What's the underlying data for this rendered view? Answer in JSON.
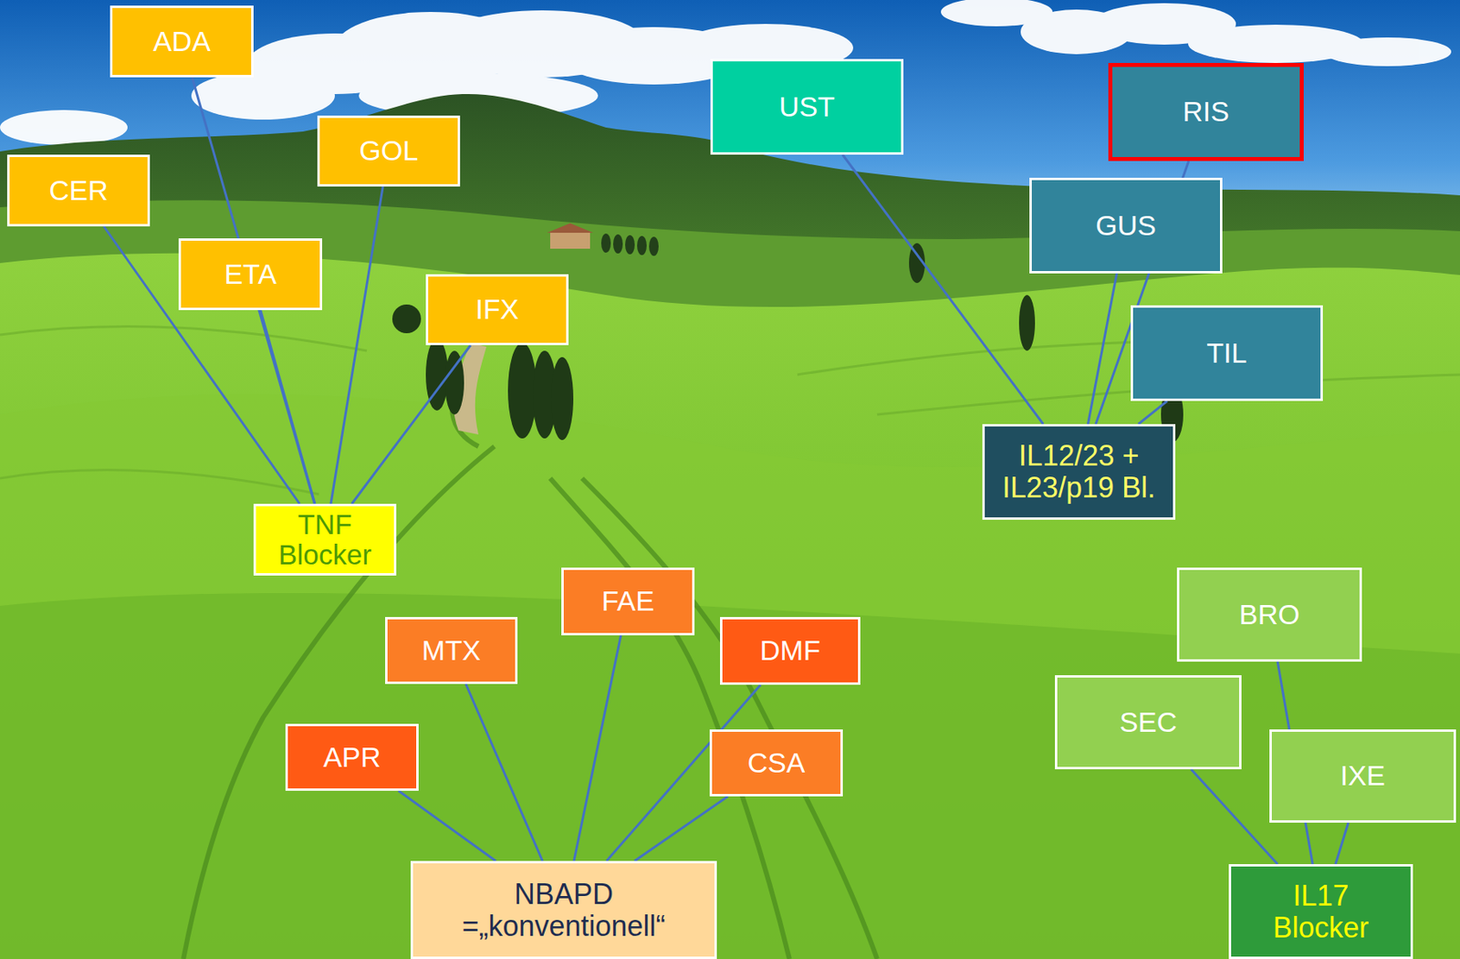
{
  "diagram": {
    "nodes": [
      {
        "text": [
          "ADA"
        ]
      },
      {
        "text": [
          "UST"
        ]
      },
      {
        "text": [
          "RIS"
        ]
      },
      {
        "text": [
          "GOL"
        ]
      },
      {
        "text": [
          "CER"
        ]
      },
      {
        "text": [
          "GUS"
        ]
      },
      {
        "text": [
          "ETA"
        ]
      },
      {
        "text": [
          "IFX"
        ]
      },
      {
        "text": [
          "TIL"
        ]
      },
      {
        "text": [
          "IL12/23 + IL23/p19 Bl."
        ]
      },
      {
        "text": [
          "TNF Blocker"
        ]
      },
      {
        "text": [
          "FAE"
        ]
      },
      {
        "text": [
          "BRO"
        ]
      },
      {
        "text": [
          "MTX"
        ]
      },
      {
        "text": [
          "DMF"
        ]
      },
      {
        "text": [
          "SEC"
        ]
      },
      {
        "text": [
          "APR"
        ]
      },
      {
        "text": [
          "CSA"
        ]
      },
      {
        "text": [
          "IXE"
        ]
      },
      {
        "text": [
          "NBAPD =„konventionell“"
        ]
      },
      {
        "text": [
          "IL17 Blocker"
        ]
      }
    ],
    "edges": [
      {
        "from": 0,
        "to": 10,
        "arrow": "none"
      },
      {
        "from": 3,
        "to": 10,
        "arrow": "none"
      },
      {
        "from": 4,
        "to": 10,
        "arrow": "none"
      },
      {
        "from": 6,
        "to": 10,
        "arrow": "none"
      },
      {
        "from": 7,
        "to": 10,
        "arrow": "none"
      },
      {
        "from": 1,
        "to": 9,
        "arrow": "none"
      },
      {
        "from": 2,
        "to": 9,
        "arrow": "none"
      },
      {
        "from": 5,
        "to": 9,
        "arrow": "none"
      },
      {
        "from": 8,
        "to": 9,
        "arrow": "none"
      },
      {
        "from": 11,
        "to": 19,
        "arrow": "none"
      },
      {
        "from": 13,
        "to": 19,
        "arrow": "none"
      },
      {
        "from": 14,
        "to": 19,
        "arrow": "none"
      },
      {
        "from": 16,
        "to": 19,
        "arrow": "none"
      },
      {
        "from": 17,
        "to": 19,
        "arrow": "none"
      },
      {
        "from": 12,
        "to": 20,
        "arrow": "none"
      },
      {
        "from": 15,
        "to": 20,
        "arrow": "none"
      },
      {
        "from": 18,
        "to": 20,
        "arrow": "none"
      }
    ]
  }
}
